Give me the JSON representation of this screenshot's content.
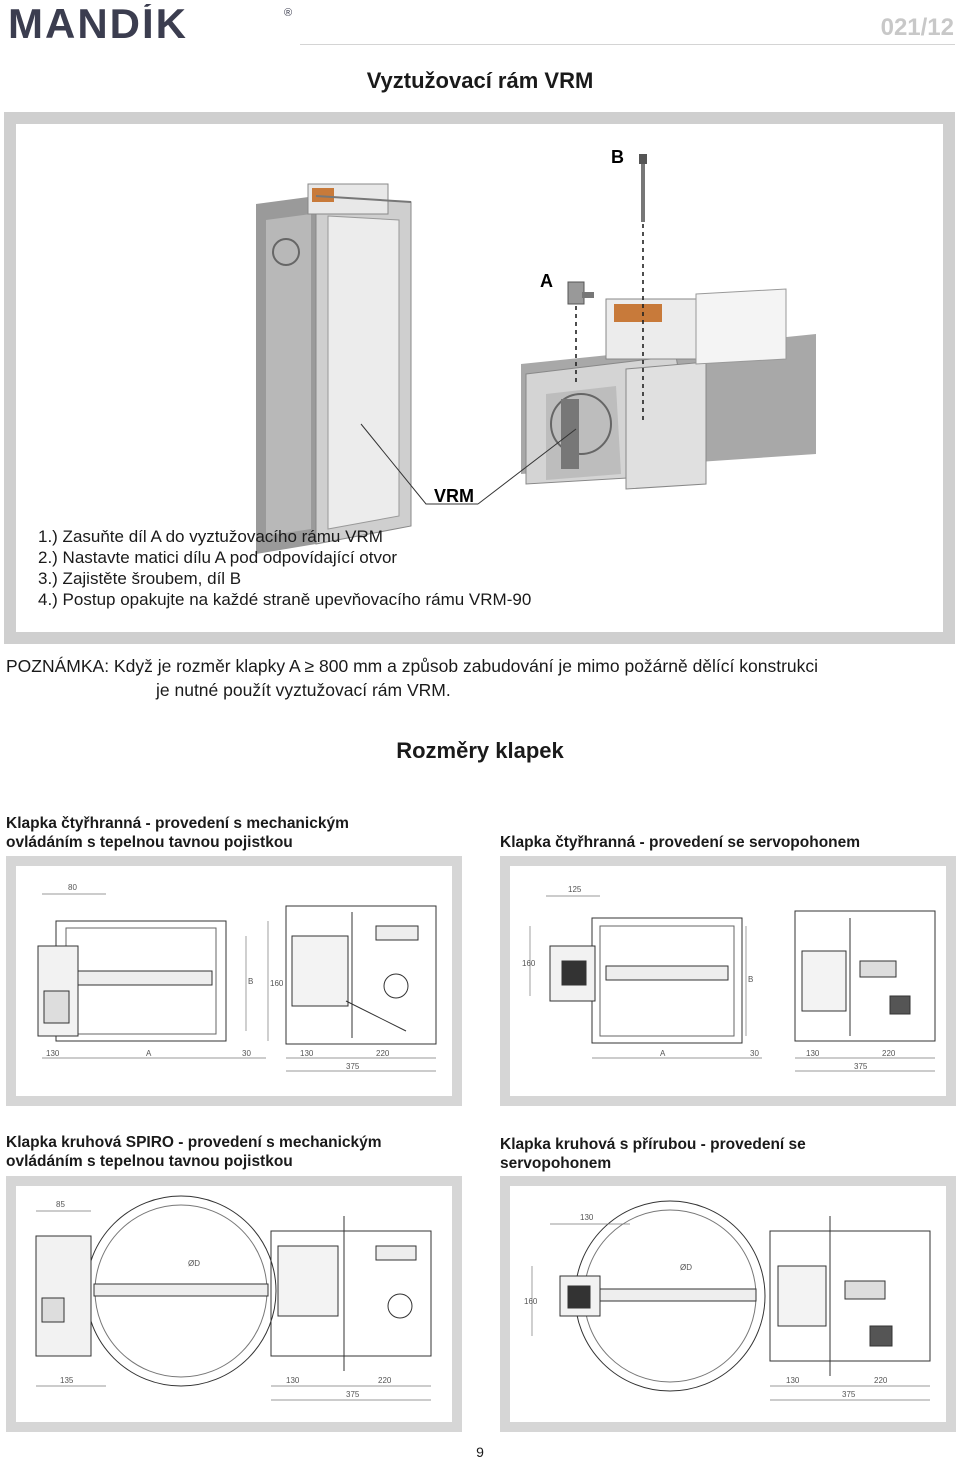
{
  "header": {
    "brand": "MANDÍK",
    "registered": "®",
    "doc_number": "021/12"
  },
  "main_title": "Vyztužovací rám VRM",
  "assembly": {
    "label_a": "A",
    "label_b": "B",
    "label_vrm": "VRM"
  },
  "steps": [
    "1.) Zasuňte díl A do vyztužovacího rámu VRM",
    "2.) Nastavte matici dílu A pod odpovídající otvor",
    "3.) Zajistěte šroubem, díl B",
    "4.) Postup opakujte na každé straně upevňovacího rámu VRM-90"
  ],
  "note": {
    "line1": "POZNÁMKA: Když je rozměr klapky A ≥ 800 mm a způsob zabudování je mimo požárně dělící konstrukci",
    "line2": "je nutné použít vyztužovací rám VRM."
  },
  "dims_title": "Rozměry klapek",
  "sections": [
    {
      "title_1": "Klapka čtyřhranná - provedení s mechanickým",
      "title_2": "ovládáním s tepelnou tavnou pojistkou",
      "dims": {
        "top": "80",
        "b": "B",
        "h": "160",
        "d1": "130",
        "d2": "A",
        "d3": "30",
        "d4": "130",
        "d5": "220",
        "d6": "375"
      }
    },
    {
      "title_1": "Klapka čtyřhranná - provedení se servopohonem",
      "dims": {
        "top": "125",
        "h": "160",
        "b": "B",
        "d2": "A",
        "d3": "30",
        "d4": "130",
        "d5": "220",
        "d6": "375"
      }
    },
    {
      "title_1": "Klapka kruhová SPIRO - provedení s mechanickým",
      "title_2": "ovládáním s tepelnou tavnou pojistkou",
      "dims": {
        "top": "85",
        "diam": "ØD",
        "d1": "135",
        "d4": "130",
        "d5": "220",
        "d6": "375"
      }
    },
    {
      "title_1": "Klapka kruhová s přírubou - provedení se",
      "title_2": "servopohonem",
      "dims": {
        "top": "130",
        "h": "160",
        "diam": "ØD",
        "d4": "130",
        "d5": "220",
        "d6": "375"
      }
    }
  ],
  "page_number": "9"
}
